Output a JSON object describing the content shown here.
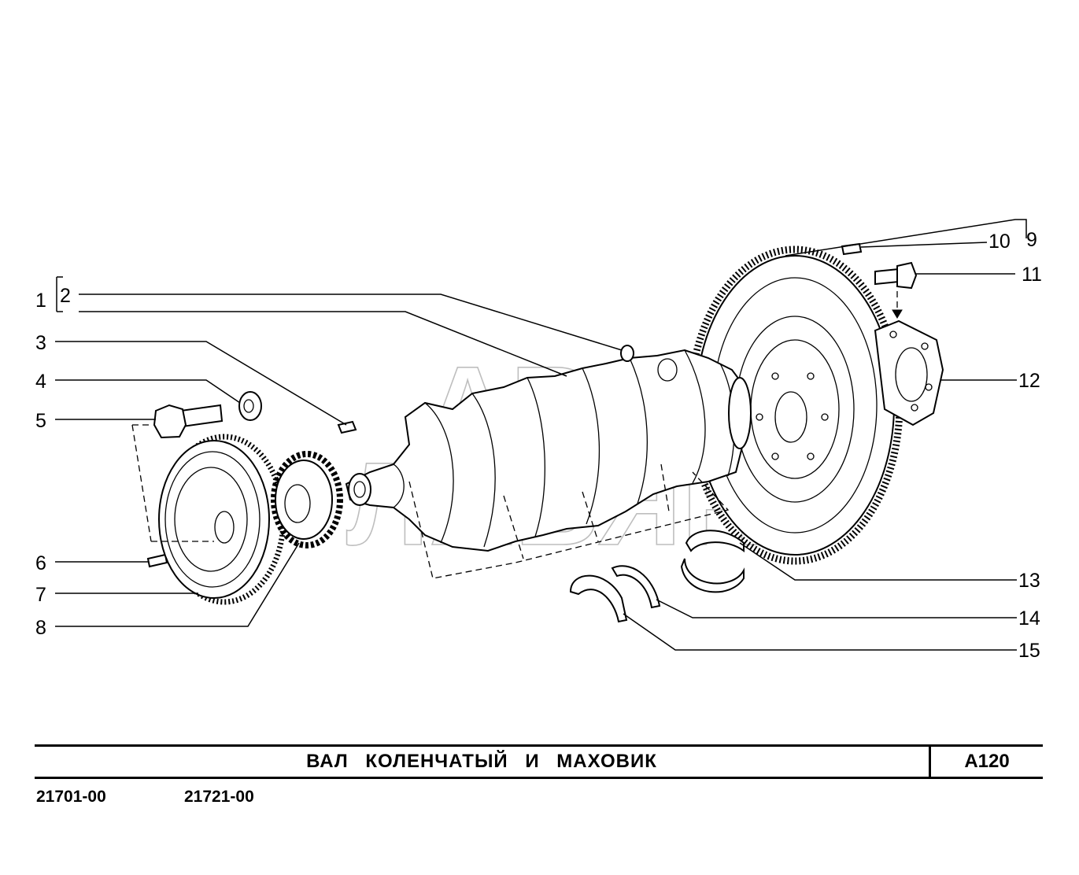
{
  "callouts": [
    "1",
    "2",
    "3",
    "4",
    "5",
    "6",
    "7",
    "8",
    "9",
    "10",
    "11",
    "12",
    "13",
    "14",
    "15"
  ],
  "watermark": {
    "line1": "АВТО",
    "line2": "ЛАВЯНС"
  },
  "title_block": {
    "title": "ВАЛ  КОЛЕНЧАТЫЙ  И  МАХОВИК",
    "code": "А120"
  },
  "models": [
    "21701-00",
    "21721-00"
  ]
}
